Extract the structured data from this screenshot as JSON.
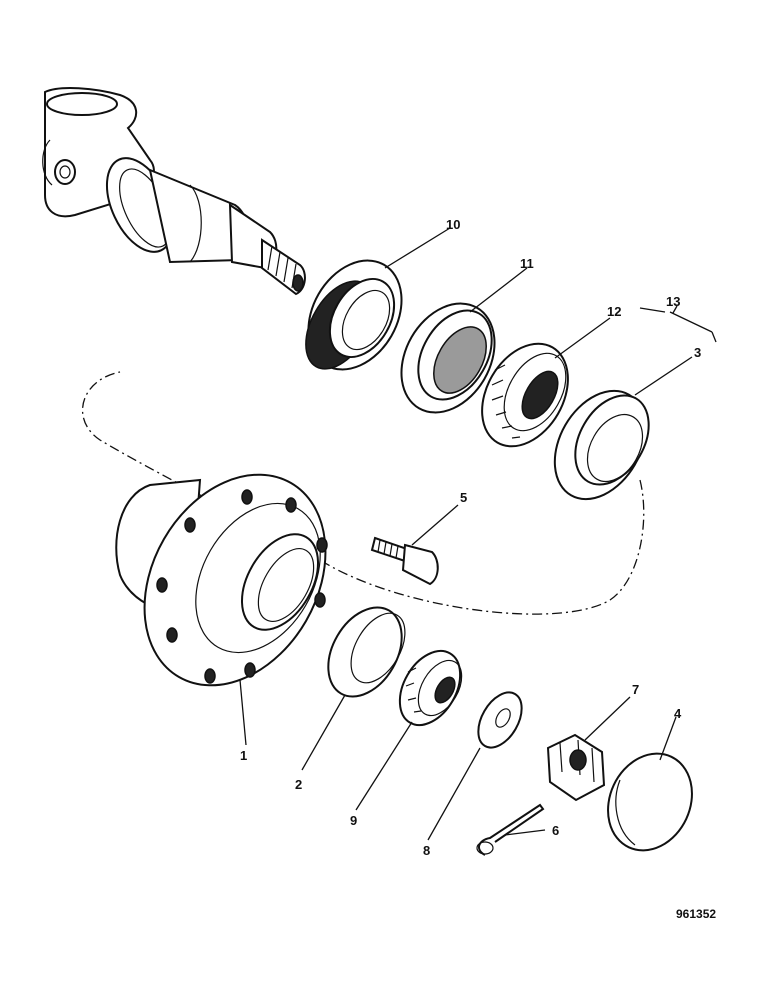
{
  "callouts": {
    "c1": "1",
    "c2": "2",
    "c3": "3",
    "c4": "4",
    "c5": "5",
    "c6": "6",
    "c7": "7",
    "c8": "8",
    "c9": "9",
    "c10": "10",
    "c11": "11",
    "c12": "12",
    "c13": "13"
  },
  "reference_number": "961352"
}
